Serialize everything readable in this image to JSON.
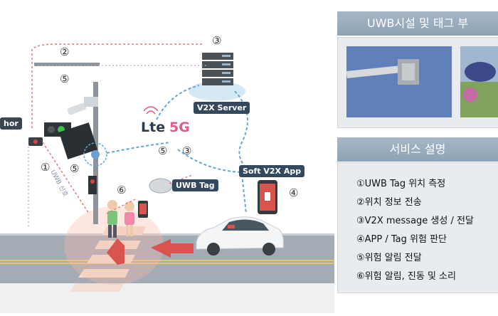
{
  "left": {
    "anchor_label": "hor",
    "server_label": "V2X Server",
    "lte_label": "Lte",
    "fiveg_label": "5G",
    "app_label": "Soft V2X App",
    "tag_label": "UWB Tag",
    "uwb_signal_label": "UWB 신호",
    "nums": {
      "n2": "②",
      "n3_top": "③",
      "n5_top": "⑤",
      "n1": "①",
      "n5_left": "⑤",
      "n5_mid": "⑤",
      "n3_mid": "③",
      "n4": "④",
      "n6": "⑥"
    }
  },
  "right": {
    "facility_header": "UWB시설 및 태그 부",
    "service_header": "서비스 설명",
    "service_items": [
      "①UWB Tag 위치 측정",
      "②위치 정보 전송",
      "③V2X message 생성 / 전달",
      "④APP / Tag 위험 판단",
      "⑤위험 알림 전달",
      "⑥위험 알림, 진동 및 소리"
    ]
  },
  "colors": {
    "dashed_blue": "#5fa8d8",
    "dashed_red": "#e07a7a",
    "road": "#9aa3ad",
    "header": "#98abbd"
  }
}
